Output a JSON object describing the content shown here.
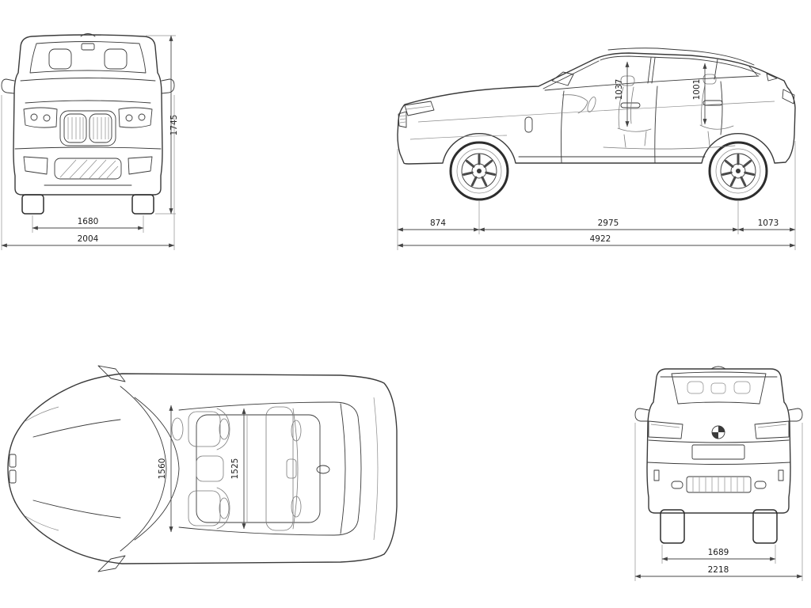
{
  "views": {
    "front": {
      "height": "1745",
      "track": "1680",
      "width": "2004"
    },
    "side": {
      "front_headroom": "1037",
      "rear_headroom": "1001",
      "front_overhang": "874",
      "wheelbase": "2975",
      "rear_overhang": "1073",
      "length": "4922"
    },
    "top": {
      "front_interior_width": "1560",
      "rear_interior_width": "1525"
    },
    "rear": {
      "track": "1689",
      "width_incl_mirrors": "2218"
    }
  },
  "colors": {
    "background": "#ffffff",
    "outline": "#3a3a3a",
    "dimension": "#4a4a4a",
    "text": "#1c1c1c"
  }
}
